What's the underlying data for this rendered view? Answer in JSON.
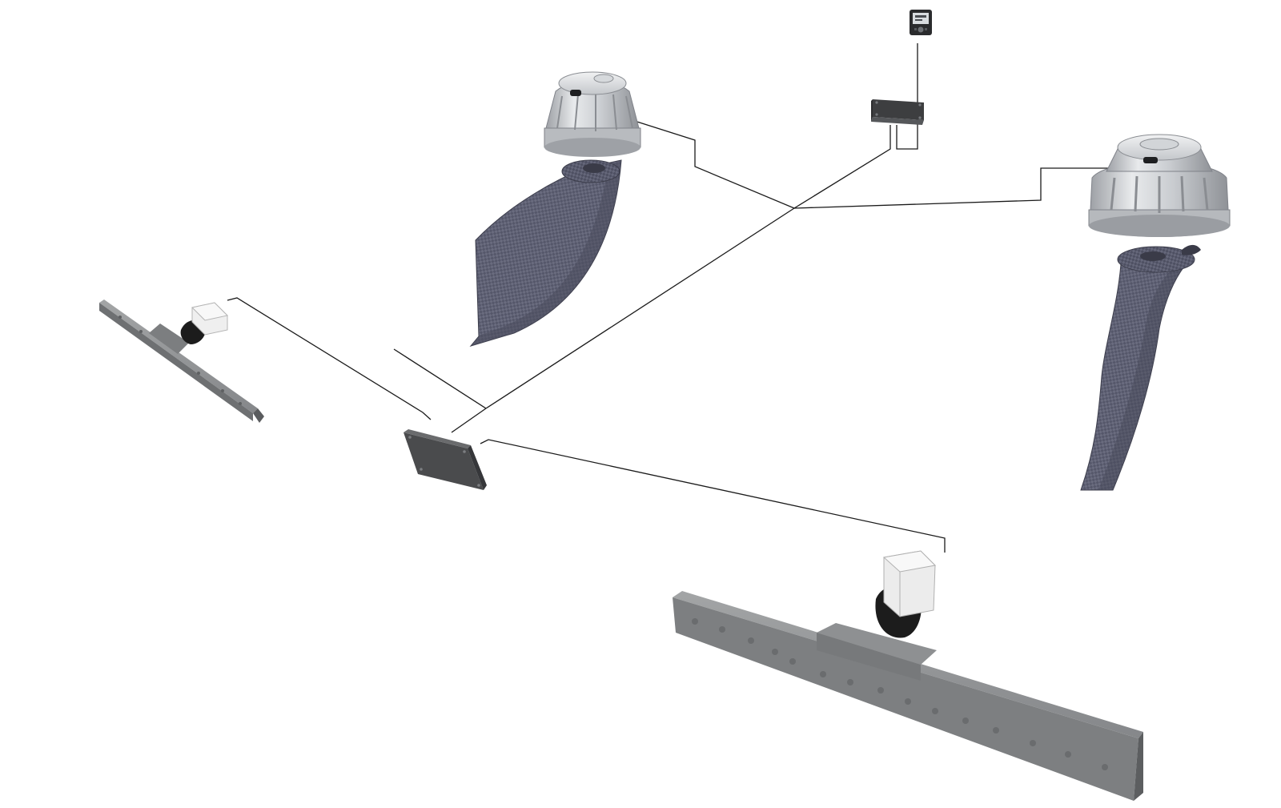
{
  "diagram": {
    "colors": {
      "background": "#ffffff",
      "wire": "#1a1a1a",
      "composite_dark": "#4c4d5e",
      "composite_mid": "#5d5f71",
      "composite_light": "#7a7c8e",
      "aluminum_light": "#e4e6e8",
      "aluminum_mid": "#bfc2c6",
      "aluminum_dark": "#8d9095",
      "box_dark": "#3f4042",
      "bar_gray": "#7f8182",
      "bar_light": "#9a9c9d",
      "actuator_white": "#eeeeee",
      "actuator_black": "#1c1c1c"
    },
    "components": [
      {
        "id": "control-display",
        "icon": "control-display-icon"
      },
      {
        "id": "control-unit-top",
        "icon": "control-box-icon"
      },
      {
        "id": "fin-actuator-left",
        "icon": "fin-actuator-housing-icon"
      },
      {
        "id": "stabilizer-fin-left",
        "icon": "stabilizer-fin-icon"
      },
      {
        "id": "fin-actuator-right",
        "icon": "fin-actuator-housing-icon"
      },
      {
        "id": "stabilizer-fin-right",
        "icon": "stabilizer-fin-icon"
      },
      {
        "id": "interceptor-small",
        "icon": "interceptor-bar-icon"
      },
      {
        "id": "control-unit-bottom",
        "icon": "control-box-icon"
      },
      {
        "id": "interceptor-large",
        "icon": "interceptor-bar-icon"
      }
    ]
  }
}
